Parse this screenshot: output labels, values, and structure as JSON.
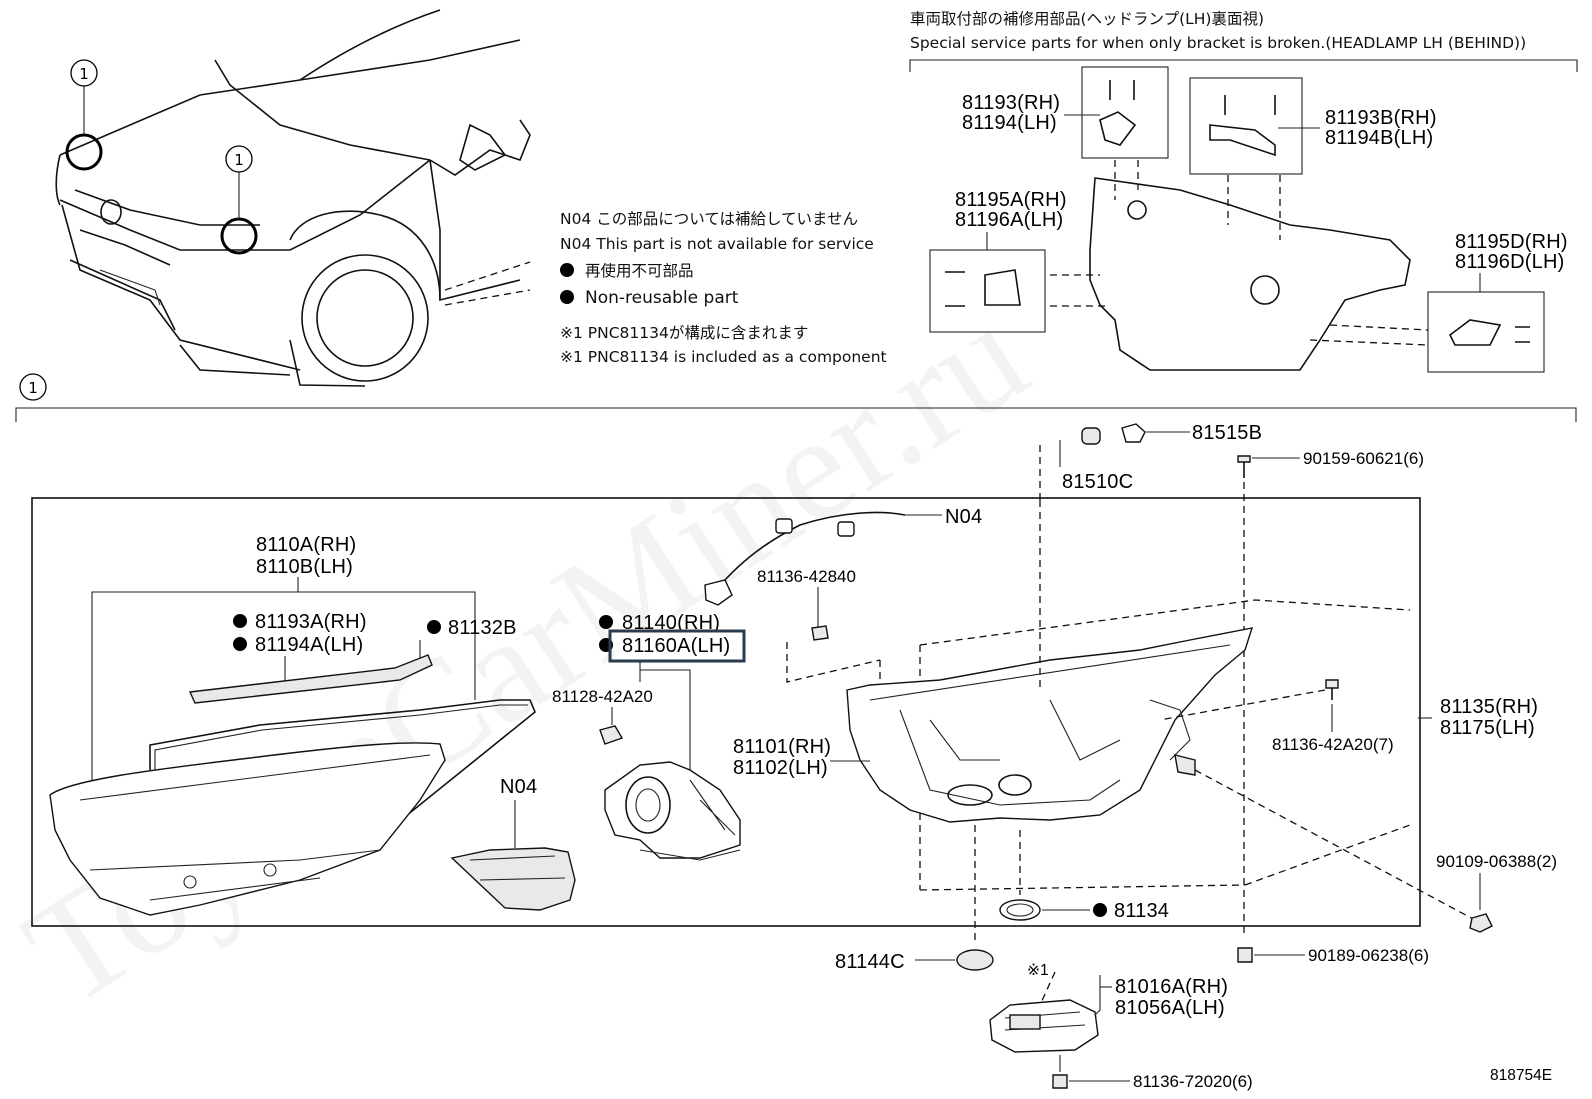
{
  "watermark": "ToyotaCarMiner.ru",
  "figure_id": "818754E",
  "ref_marker": "1",
  "notes": {
    "n04_ja": "N04 この部品については補給していません",
    "n04_en": "N04 This part is not available for service",
    "nonreusable_ja": "再使用不可部品",
    "nonreusable_en": "Non-reusable part",
    "pnc_ja": "※1 PNC81134が構成に含まれます",
    "pnc_en": "※1 PNC81134 is included as a component"
  },
  "special_service": {
    "title_ja": "車両取付部の補修用部品(ヘッドランプ(LH)裏面視)",
    "title_en": "Special service parts for when only bracket is broken.(HEADLAMP LH (BEHIND))",
    "labels": {
      "p81193": "81193(RH)",
      "p81194": "81194(LH)",
      "p81193b": "81193B(RH)",
      "p81194b": "81194B(LH)",
      "p81195a": "81195A(RH)",
      "p81196a": "81196A(LH)",
      "p81195d": "81195D(RH)",
      "p81196d": "81196D(LH)"
    }
  },
  "parts": {
    "p81515b": "81515B",
    "p81510c": "81510C",
    "p90159": "90159-60621(6)",
    "n04_top": "N04",
    "p81136_42840": "81136-42840",
    "p8110a": "8110A(RH)",
    "p8110b": "8110B(LH)",
    "p81193a": "81193A(RH)",
    "p81194a": "81194A(LH)",
    "p81132b": "81132B",
    "p81140": "81140(RH)",
    "p81160a": "81160A(LH)",
    "p81128": "81128-42A20",
    "n04_mid": "N04",
    "p81101": "81101(RH)",
    "p81102": "81102(LH)",
    "p81136_42a20": "81136-42A20(7)",
    "p81135": "81135(RH)",
    "p81175": "81175(LH)",
    "p90109": "90109-06388(2)",
    "p81134": "81134",
    "p81144c": "81144C",
    "p90189": "90189-06238(6)",
    "mark_1": "※1",
    "p81016a": "81016A(RH)",
    "p81056a": "81056A(LH)",
    "p81136_72020": "81136-72020(6)"
  },
  "highlighted_part": "81160A(LH)"
}
